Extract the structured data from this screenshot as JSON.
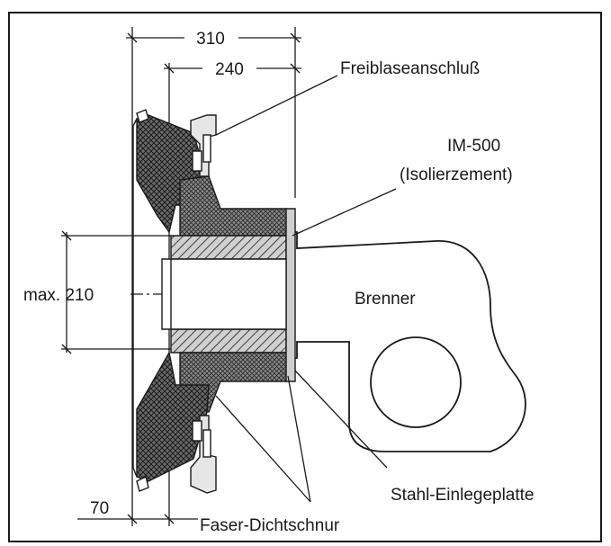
{
  "dimensions": {
    "width_310": "310",
    "width_240": "240",
    "max_diameter": "max. 210",
    "depth_70": "70"
  },
  "labels": {
    "freiblase": "Freiblaseanschluß",
    "im500_line1": "IM-500",
    "im500_line2": "(Isolierzement)",
    "brenner": "Brenner",
    "stahl": "Stahl-Einlegeplatte",
    "faser": "Faser-Dichtschnur"
  },
  "colors": {
    "stroke": "#1a1a1a",
    "fill_dark": "#4a4a4a",
    "fill_light": "#f2f2f2"
  }
}
